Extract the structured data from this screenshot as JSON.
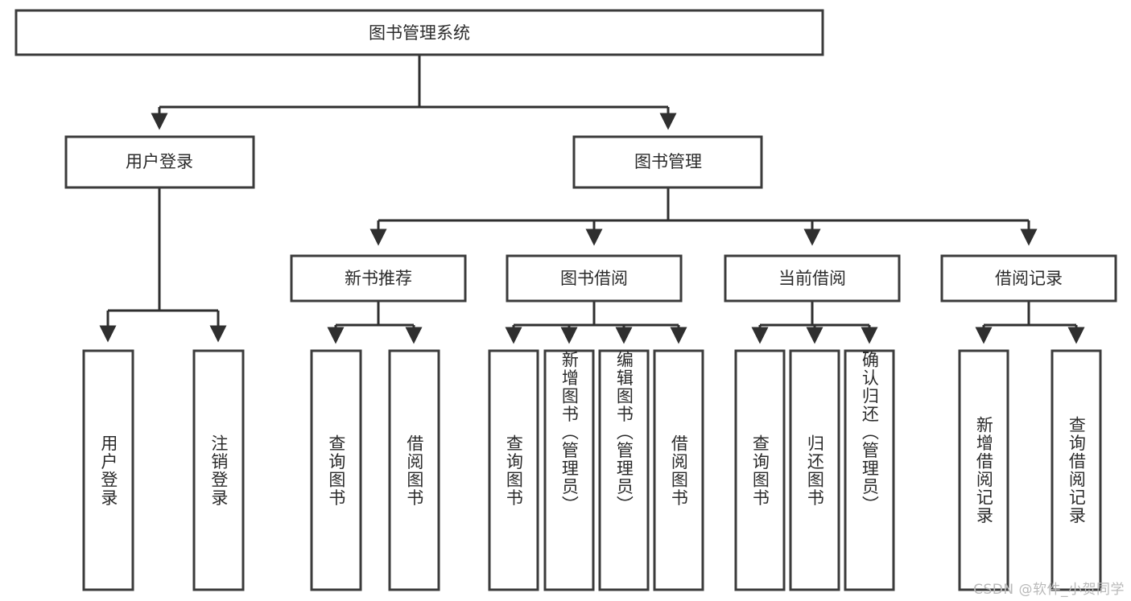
{
  "diagram": {
    "title": "图书管理系统",
    "type": "tree-hierarchy-diagram",
    "colors": {
      "box_stroke": "#3b3b3b",
      "box_fill": "#ffffff",
      "connector": "#2f2f2f",
      "text": "#2b2b2b",
      "background": "#ffffff",
      "watermark": "#b9b9b9"
    },
    "root": {
      "label": "图书管理系统"
    },
    "level2": [
      {
        "label": "用户登录"
      },
      {
        "label": "图书管理"
      }
    ],
    "level3": [
      {
        "label": "新书推荐"
      },
      {
        "label": "图书借阅"
      },
      {
        "label": "当前借阅"
      },
      {
        "label": "借阅记录"
      }
    ],
    "leaves_user_login": [
      {
        "label": "用户登录"
      },
      {
        "label": "注销登录"
      }
    ],
    "leaves_new_books": [
      {
        "label": "查询图书"
      },
      {
        "label": "借阅图书"
      }
    ],
    "leaves_borrow": [
      {
        "label": "查询图书"
      },
      {
        "label": "新增图书（管理员）"
      },
      {
        "label": "编辑图书（管理员）"
      },
      {
        "label": "借阅图书"
      }
    ],
    "leaves_current": [
      {
        "label": "查询图书"
      },
      {
        "label": "归还图书"
      },
      {
        "label": "确认归还（管理员）"
      }
    ],
    "leaves_records": [
      {
        "label": "新增借阅记录"
      },
      {
        "label": "查询借阅记录"
      }
    ]
  },
  "watermark": {
    "text": "CSDN @软件_小贺同学"
  }
}
